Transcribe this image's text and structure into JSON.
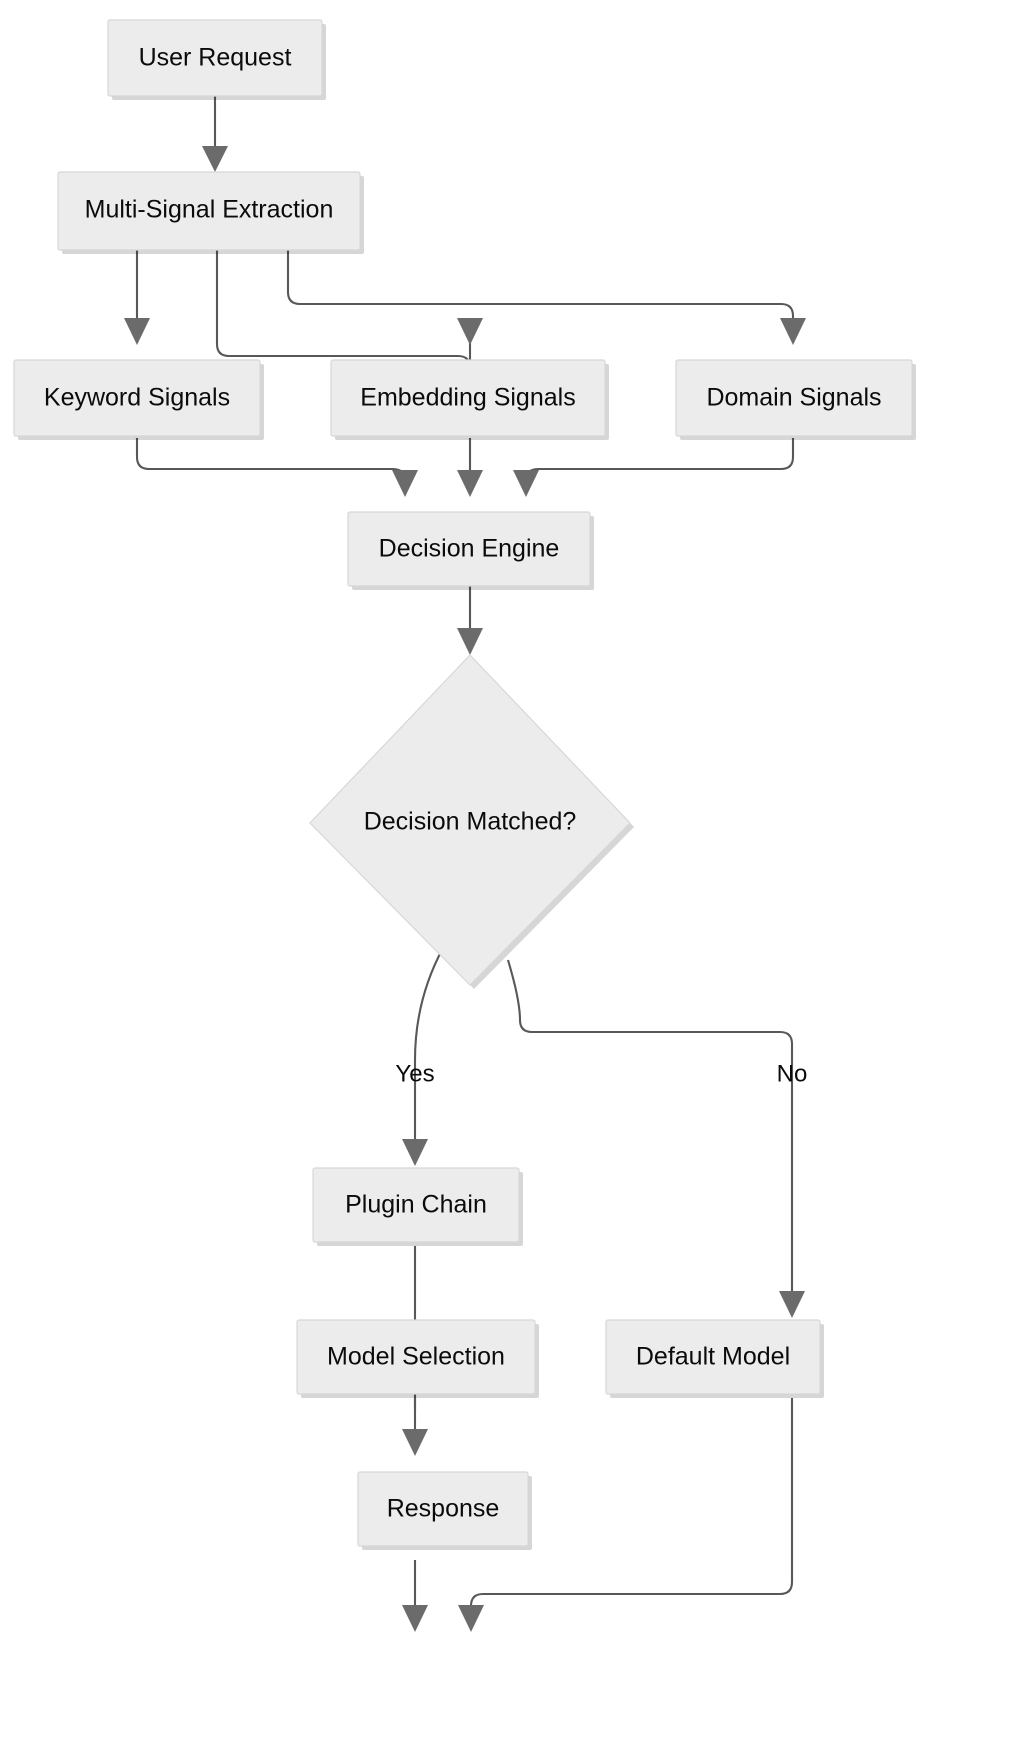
{
  "diagram": {
    "type": "flowchart",
    "direction": "top-to-bottom",
    "background_color": "#ffffff",
    "node_fill_color": "#ececec",
    "node_border_color": "#d7d7d7",
    "edge_color": "#585858",
    "arrow_color": "#6b6b6b",
    "text_color": "#0b0b0b",
    "nodes": [
      {
        "id": "user_request",
        "label": "User Request",
        "shape": "rect"
      },
      {
        "id": "multi_signal",
        "label": "Multi-Signal Extraction",
        "shape": "rect"
      },
      {
        "id": "keyword_signals",
        "label": "Keyword Signals",
        "shape": "rect"
      },
      {
        "id": "embedding_signals",
        "label": "Embedding Signals",
        "shape": "rect"
      },
      {
        "id": "domain_signals",
        "label": "Domain Signals",
        "shape": "rect"
      },
      {
        "id": "decision_engine",
        "label": "Decision Engine",
        "shape": "rect"
      },
      {
        "id": "decision_matched",
        "label": "Decision Matched?",
        "shape": "diamond"
      },
      {
        "id": "plugin_chain",
        "label": "Plugin Chain",
        "shape": "rect"
      },
      {
        "id": "model_selection",
        "label": "Model Selection",
        "shape": "rect"
      },
      {
        "id": "default_model",
        "label": "Default Model",
        "shape": "rect"
      },
      {
        "id": "response",
        "label": "Response",
        "shape": "rect"
      }
    ],
    "edges": [
      {
        "from": "user_request",
        "to": "multi_signal",
        "label": ""
      },
      {
        "from": "multi_signal",
        "to": "keyword_signals",
        "label": ""
      },
      {
        "from": "multi_signal",
        "to": "embedding_signals",
        "label": ""
      },
      {
        "from": "multi_signal",
        "to": "domain_signals",
        "label": ""
      },
      {
        "from": "keyword_signals",
        "to": "decision_engine",
        "label": ""
      },
      {
        "from": "embedding_signals",
        "to": "decision_engine",
        "label": ""
      },
      {
        "from": "domain_signals",
        "to": "decision_engine",
        "label": ""
      },
      {
        "from": "decision_engine",
        "to": "decision_matched",
        "label": ""
      },
      {
        "from": "decision_matched",
        "to": "plugin_chain",
        "label": "Yes"
      },
      {
        "from": "decision_matched",
        "to": "default_model",
        "label": "No"
      },
      {
        "from": "plugin_chain",
        "to": "model_selection",
        "label": ""
      },
      {
        "from": "model_selection",
        "to": "response",
        "label": ""
      },
      {
        "from": "default_model",
        "to": "response",
        "label": ""
      }
    ],
    "edge_labels": {
      "yes": "Yes",
      "no": "No"
    }
  }
}
